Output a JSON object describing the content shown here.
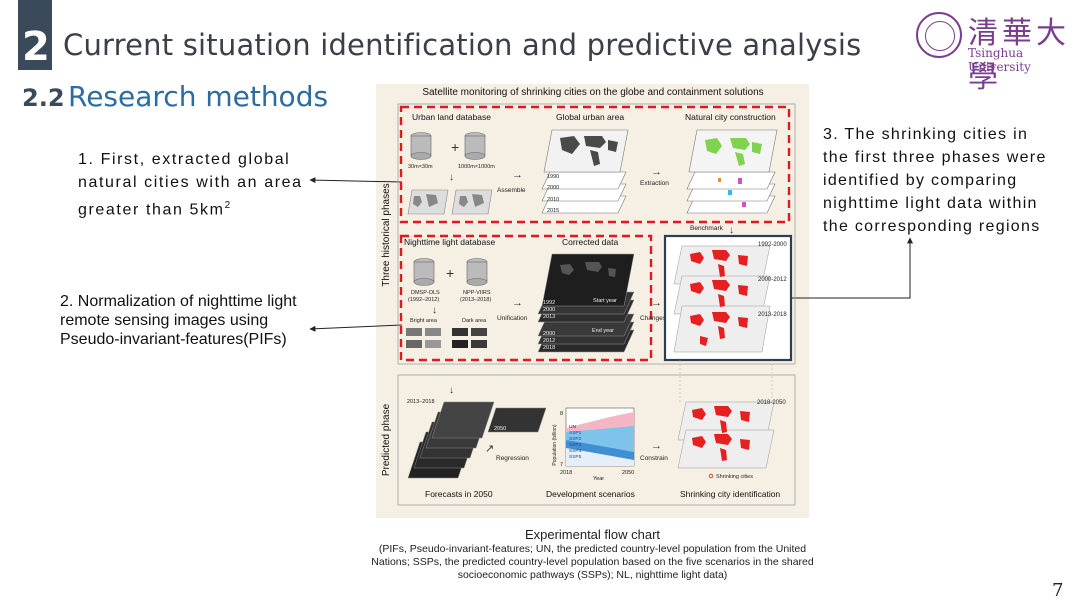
{
  "header": {
    "section_number": "2",
    "section_title": "Current situation identification and predictive analysis",
    "subsection_number": "2.2",
    "subsection_title": "Research methods",
    "logo_cn": "清華大學",
    "logo_en": "Tsinghua University"
  },
  "notes": {
    "note1": "1. First, extracted global natural cities with an area greater than 5km",
    "note1_sup": "2",
    "note2": "2. Normalization of nighttime light remote sensing images using Pseudo-invariant-features(PIFs)",
    "note3": "3. The shrinking cities in the first three phases were identified by comparing nighttime light data within the corresponding regions"
  },
  "diagram": {
    "title": "Satellite monitoring of shrinking cities on the globe and containment solutions",
    "phase_historical": "Three historical phases",
    "phase_predicted": "Predicted phase",
    "urban_land_db": "Urban land database",
    "res_30": "30m×30m",
    "res_1000": "1000m×1000m",
    "assemble": "Assemble",
    "global_urban_area": "Global urban area",
    "years_urban": [
      "1990",
      "2000",
      "2010",
      "2015"
    ],
    "extraction": "Extraction",
    "natural_city": "Natural city construction",
    "benchmark": "Benchmark",
    "ntl_db": "Nighttime light database",
    "dmsp": "DMSP-OLS",
    "dmsp_years": "(1992–2012)",
    "npp": "NPP-VIIRS",
    "npp_years": "(2013–2018)",
    "bright_area": "Bright area",
    "dark_area": "Dark area",
    "unification": "Unification",
    "corrected_data": "Corrected data",
    "start_year": "Start year",
    "end_year": "End year",
    "start_years": [
      "1992",
      "2000",
      "2013"
    ],
    "end_years": [
      "2000",
      "2012",
      "2018"
    ],
    "changes": "Changes",
    "period1": "1992-2000",
    "period2": "2000-2012",
    "period3": "2013-2018",
    "pred_period_in": "2013–2018",
    "pred_2050": "2050",
    "regression": "Regression",
    "forecasts": "Forecasts in 2050",
    "pop_ylabel": "Population (billion)",
    "pop_ymax": "8",
    "pop_ymin": "7",
    "scenario_labels": [
      "UN",
      "SSP1",
      "SSP2",
      "SSP3",
      "SSP4",
      "SSP5"
    ],
    "year_start": "2018",
    "year_end": "2050",
    "year_label": "Year",
    "dev_scenarios": "Development scenarios",
    "constrain": "Constrain",
    "pred_period": "2018-2050",
    "shrinking_legend": "Shrinking cities",
    "shrinking_identification": "Shrinking city identification"
  },
  "caption": {
    "main": "Experimental flow chart",
    "sub": "(PIFs, Pseudo-invariant-features; UN, the predicted country-level population from the United Nations; SSPs, the predicted country-level population based on the five scenarios in the shared socioeconomic pathways (SSPs); NL, nighttime light data)"
  },
  "page_number": "7",
  "colors": {
    "header_block": "#3b4a5a",
    "subtitle": "#2e6b9e",
    "logo": "#7a3e8e",
    "dashed_red": "#e0191e",
    "frame_dark": "#2f3e4c",
    "figure_bg": "#f6efe4"
  }
}
